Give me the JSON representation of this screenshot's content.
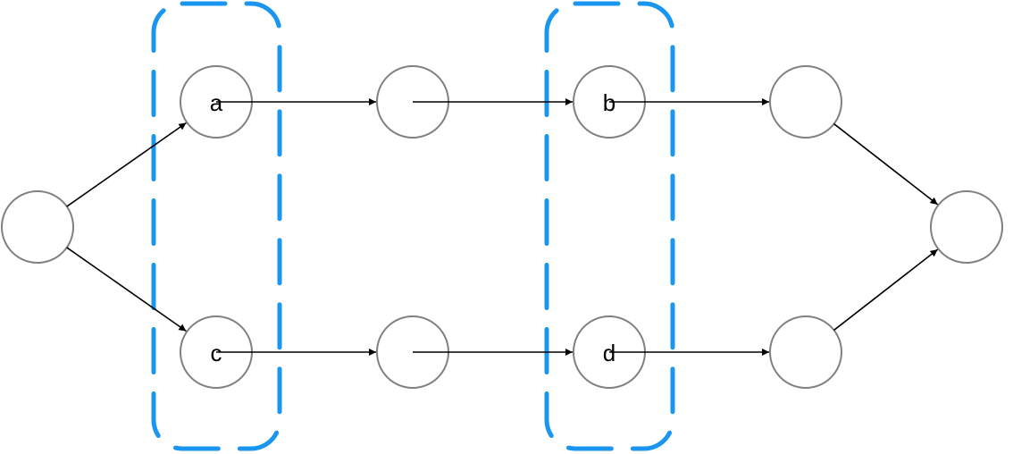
{
  "diagram": {
    "type": "directed-graph",
    "group_color": "#1a96f0",
    "node_stroke_color": "#808080",
    "edge_color": "#000000",
    "nodes": [
      {
        "id": "source",
        "label": ""
      },
      {
        "id": "a",
        "label": "a"
      },
      {
        "id": "c",
        "label": "c"
      },
      {
        "id": "mid-top",
        "label": ""
      },
      {
        "id": "mid-bottom",
        "label": ""
      },
      {
        "id": "b",
        "label": "b"
      },
      {
        "id": "d",
        "label": "d"
      },
      {
        "id": "after-b",
        "label": ""
      },
      {
        "id": "after-d",
        "label": ""
      },
      {
        "id": "sink",
        "label": ""
      }
    ],
    "edges": [
      {
        "from": "source",
        "to": "a"
      },
      {
        "from": "source",
        "to": "c"
      },
      {
        "from": "a",
        "to": "mid-top"
      },
      {
        "from": "mid-top",
        "to": "b"
      },
      {
        "from": "b",
        "to": "after-b"
      },
      {
        "from": "after-b",
        "to": "sink"
      },
      {
        "from": "c",
        "to": "mid-bottom"
      },
      {
        "from": "mid-bottom",
        "to": "d"
      },
      {
        "from": "d",
        "to": "after-d"
      },
      {
        "from": "after-d",
        "to": "sink"
      }
    ],
    "groups": [
      {
        "id": "group-a-c",
        "members": [
          "a",
          "c"
        ]
      },
      {
        "id": "group-b-d",
        "members": [
          "b",
          "d"
        ]
      }
    ]
  }
}
